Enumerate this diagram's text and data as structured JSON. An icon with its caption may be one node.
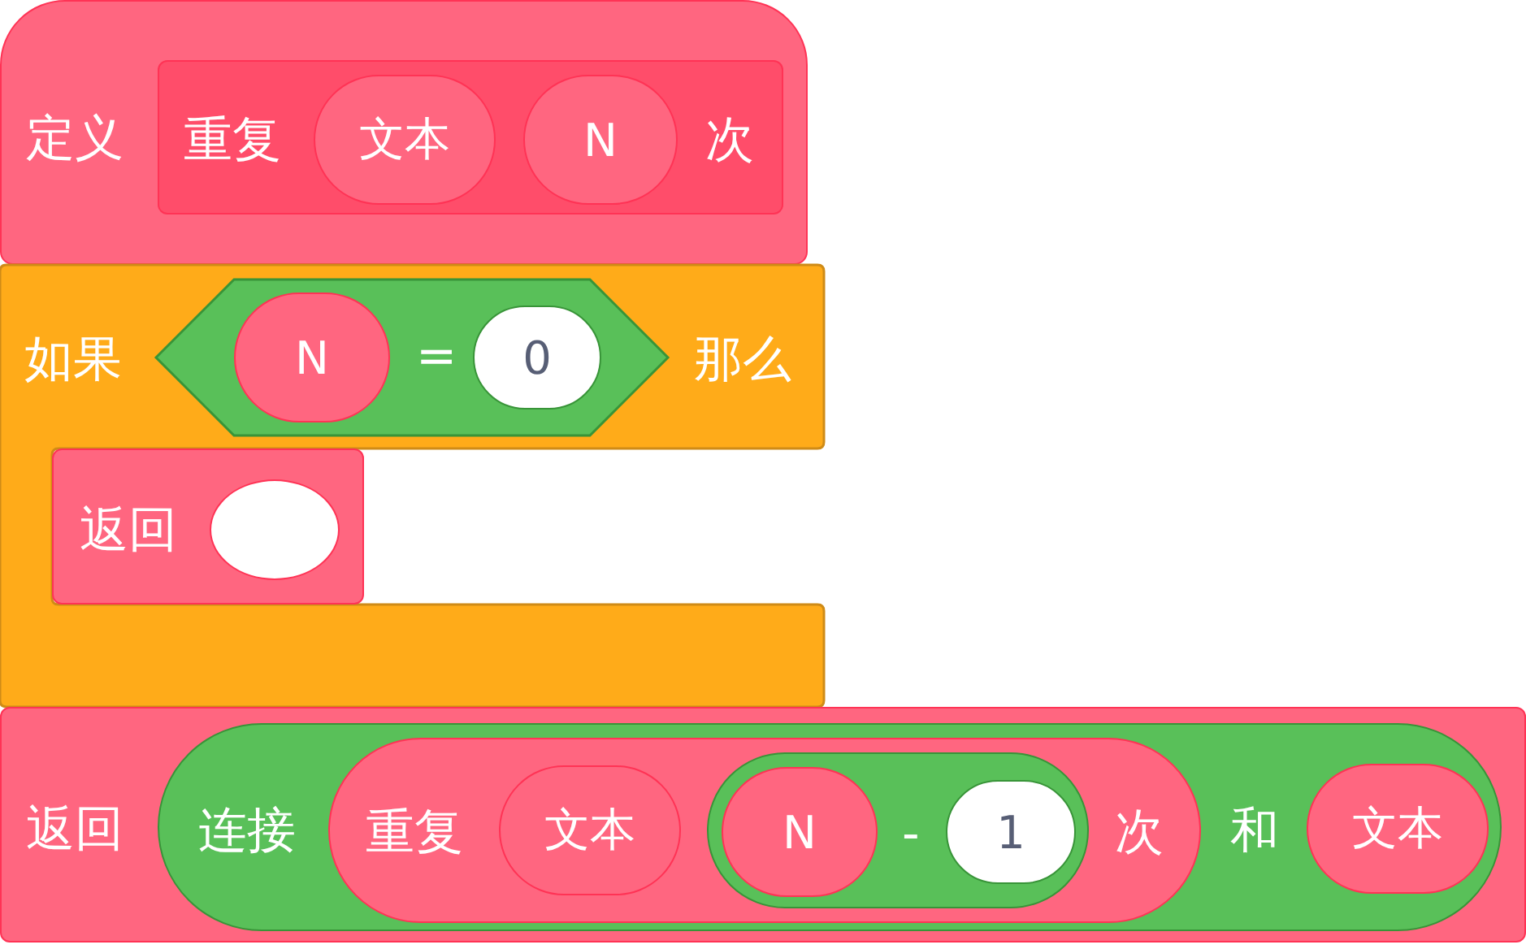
{
  "diagram": {
    "nodes": [
      {
        "text": [
          "定义"
        ]
      },
      {
        "text": [
          "重复",
          "次"
        ],
        "in": 0
      },
      {
        "text": [
          "文本"
        ],
        "in": 1
      },
      {
        "text": [
          "N"
        ],
        "in": 1
      },
      {
        "text": [
          "如果",
          "那么"
        ]
      },
      {
        "text": [
          "="
        ],
        "in": 4
      },
      {
        "text": [
          "N"
        ],
        "in": 5
      },
      {
        "text": [
          "0"
        ],
        "in": 5
      },
      {
        "text": [
          "返回"
        ],
        "in": 4
      },
      {
        "text": [],
        "shape": "circle",
        "in": 8
      },
      {
        "text": [
          "返回"
        ]
      },
      {
        "text": [
          "连接",
          "和"
        ],
        "in": 10
      },
      {
        "text": [
          "重复",
          "次"
        ],
        "in": 11
      },
      {
        "text": [
          "文本"
        ],
        "in": 12
      },
      {
        "text": [
          "-"
        ],
        "in": 12
      },
      {
        "text": [
          "N"
        ],
        "in": 14
      },
      {
        "text": [
          "1"
        ],
        "in": 14
      },
      {
        "text": [
          "文本"
        ],
        "in": 11
      }
    ]
  }
}
